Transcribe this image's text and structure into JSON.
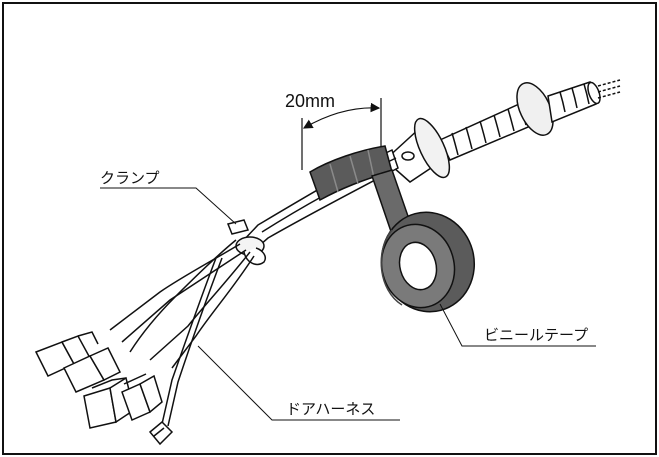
{
  "labels": {
    "dimension": "20mm",
    "clamp": "クランプ",
    "vinyl_tape": "ビニールテープ",
    "door_harness": "ドアハーネス"
  },
  "colors": {
    "tape_dark": "#5b5b5b",
    "tape_light": "#8a8a8a",
    "outline": "#111111",
    "grommet_fill": "#e8e8e8"
  }
}
